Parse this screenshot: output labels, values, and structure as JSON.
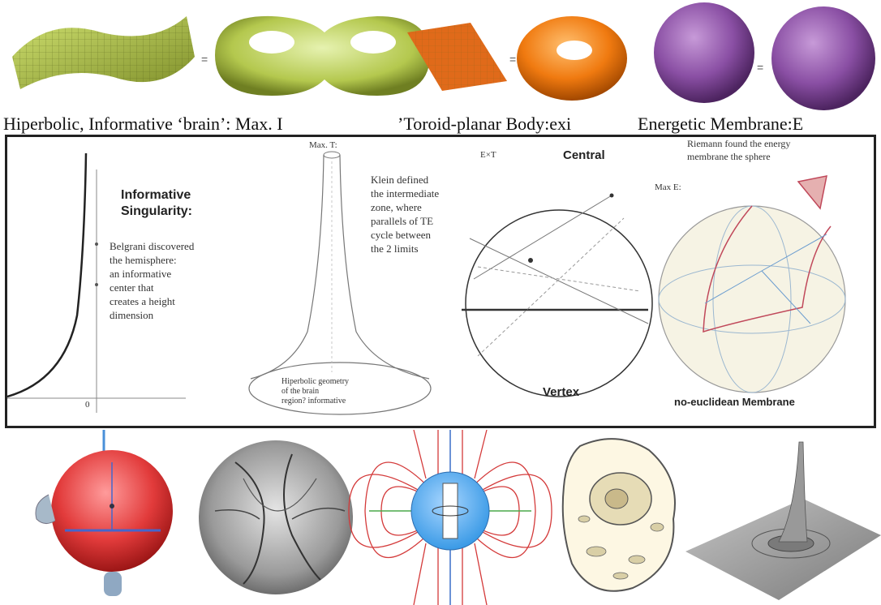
{
  "captions": {
    "hyperbolic": "Hiperbolic, Informative ‘brain’: Max. I",
    "toroid": "’Toroid-planar Body:exi",
    "energetic": "Energetic Membrane:E"
  },
  "equals": "=",
  "panel1": {
    "title_line1": "Informative",
    "title_line2": "Singularity:",
    "note": [
      "Belgrani discovered",
      "the hemisphere:",
      "an informative",
      "center that",
      "creates a height",
      "dimension"
    ],
    "origin": "0"
  },
  "panel2": {
    "max_label": "Max. T:",
    "note": [
      "Klein defined",
      "the intermediate",
      "zone, where",
      "parallels of TE",
      "cycle between",
      "the 2 limits"
    ],
    "base_note": [
      "Hiperbolic geometry",
      "of the brain",
      "region? informative"
    ]
  },
  "panel3": {
    "label_top": "Central",
    "label_bottom": "Vertex",
    "corner": "E×T"
  },
  "panel4": {
    "note": [
      "Riemann found the energy",
      "membrane the sphere"
    ],
    "max_label": "Max E:",
    "bottom": "no-euclidean Membrane"
  },
  "colors": {
    "green_surface": "#b4c84e",
    "orange": "#f07a10",
    "purple": "#8a4fa4",
    "red_sphere": "#e23b3b",
    "blue_dipole": "#3a9ae6",
    "field_line": "#d43a3a"
  }
}
